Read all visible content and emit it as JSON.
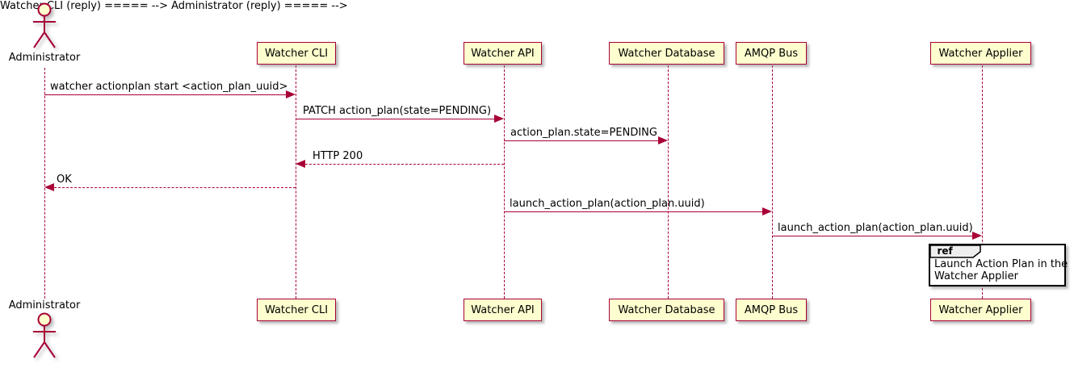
{
  "diagram": {
    "type": "sequence-diagram",
    "style": "plantuml"
  },
  "colors": {
    "participant_fill": "#FEFECE",
    "participant_border": "#A80036",
    "lifeline": "#A80036",
    "arrow": "#A80036",
    "text": "#000000",
    "ref_fill": "#FFFFFF",
    "ref_border": "#000000",
    "ref_tab_fill": "#EEEEEE"
  },
  "actor": {
    "label": "Administrator"
  },
  "participants": [
    {
      "label": "Watcher CLI"
    },
    {
      "label": "Watcher API"
    },
    {
      "label": "Watcher Database"
    },
    {
      "label": "AMQP Bus"
    },
    {
      "label": "Watcher Applier"
    }
  ],
  "messages": [
    {
      "label": "watcher actionplan start <action_plan_uuid>",
      "from": "Administrator",
      "to": "Watcher CLI",
      "style": "solid"
    },
    {
      "label": "PATCH action_plan(state=PENDING)",
      "from": "Watcher CLI",
      "to": "Watcher API",
      "style": "solid"
    },
    {
      "label": "action_plan.state=PENDING",
      "from": "Watcher API",
      "to": "Watcher Database",
      "style": "solid"
    },
    {
      "label": "HTTP 200",
      "from": "Watcher API",
      "to": "Watcher CLI",
      "style": "dashed"
    },
    {
      "label": "OK",
      "from": "Watcher CLI",
      "to": "Administrator",
      "style": "dashed"
    },
    {
      "label": "launch_action_plan(action_plan.uuid)",
      "from": "Watcher API",
      "to": "AMQP Bus",
      "style": "solid"
    },
    {
      "label": "launch_action_plan(action_plan.uuid)",
      "from": "AMQP Bus",
      "to": "Watcher Applier",
      "style": "solid"
    }
  ],
  "ref": {
    "tag": "ref",
    "line1": "Launch Action Plan in the",
    "line2": "Watcher Applier"
  }
}
